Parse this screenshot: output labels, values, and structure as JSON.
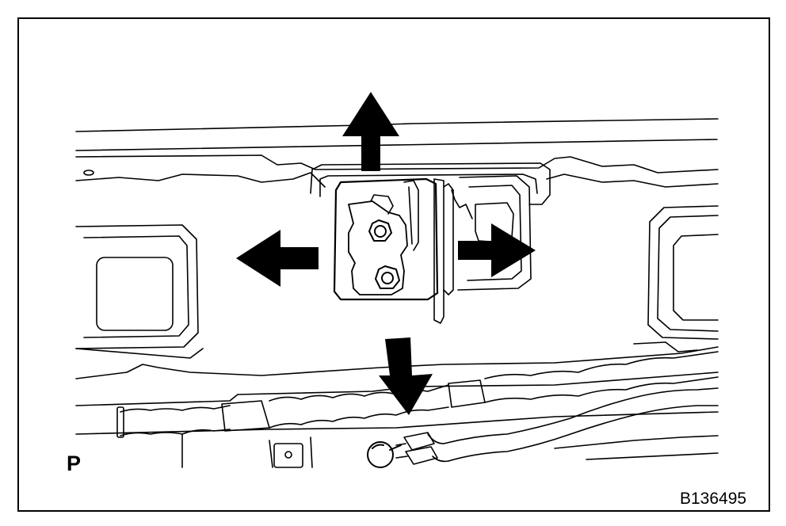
{
  "figure": {
    "view_letter": "P",
    "figure_id": "B136495"
  },
  "arrows": [
    {
      "name": "arrow-up",
      "direction": "up"
    },
    {
      "name": "arrow-left",
      "direction": "left"
    },
    {
      "name": "arrow-right",
      "direction": "right"
    },
    {
      "name": "arrow-down",
      "direction": "down"
    }
  ],
  "colors": {
    "ink": "#000000",
    "paper": "#ffffff"
  }
}
